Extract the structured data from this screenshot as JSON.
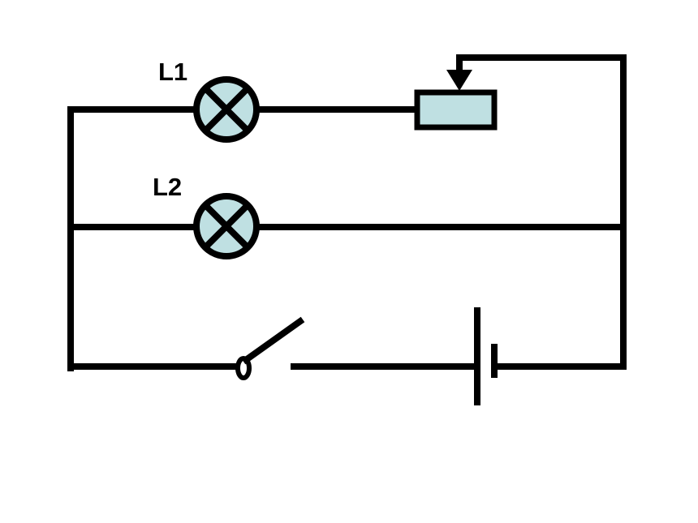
{
  "diagram": {
    "type": "circuit-schematic",
    "labels": {
      "lamp1": "L1",
      "lamp2": "L2"
    },
    "components": [
      {
        "kind": "lamp",
        "label": "L1",
        "branch": "top"
      },
      {
        "kind": "rheostat",
        "branch": "top",
        "has_slider": true
      },
      {
        "kind": "lamp",
        "label": "L2",
        "branch": "middle"
      },
      {
        "kind": "switch",
        "state": "open",
        "branch": "main"
      },
      {
        "kind": "battery",
        "cells": 1,
        "branch": "main"
      }
    ],
    "colors": {
      "wire": "#000000",
      "component_fill": "#bfe0e2",
      "background": "#ffffff"
    }
  }
}
